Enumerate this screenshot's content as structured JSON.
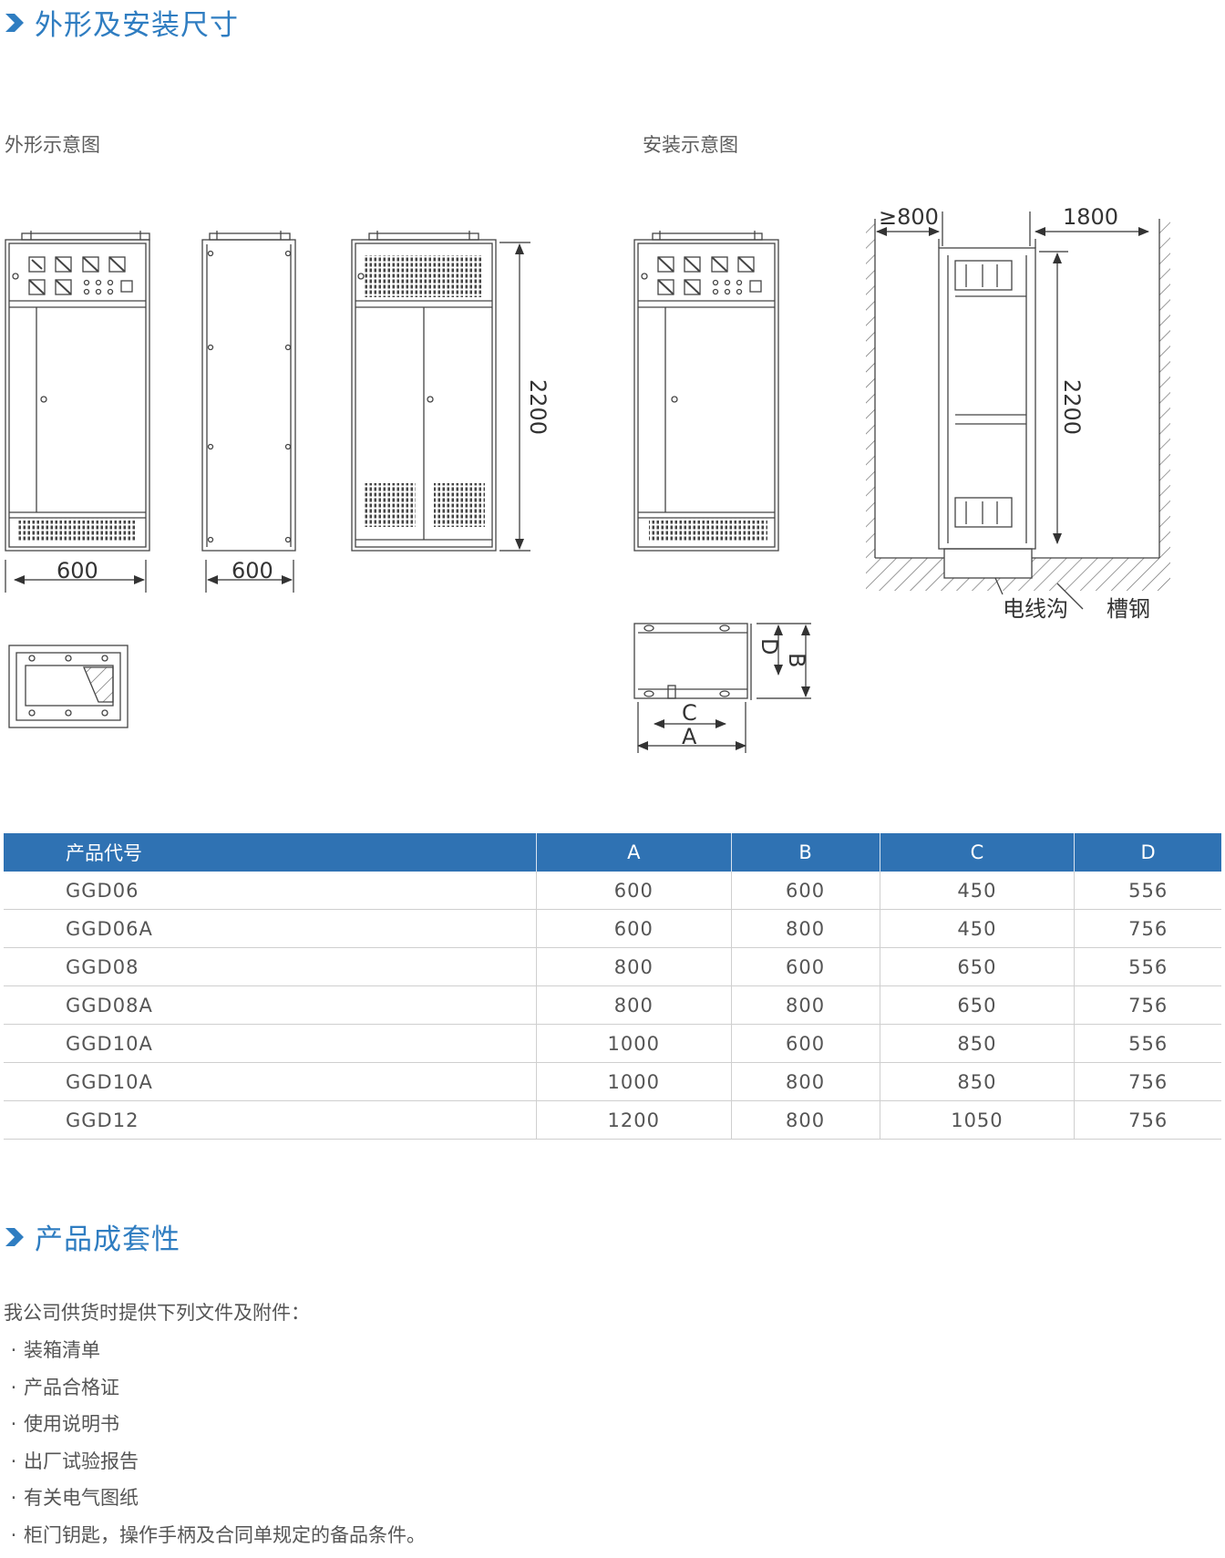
{
  "section1": {
    "title": "外形及安装尺寸"
  },
  "outline_label": "外形示意图",
  "install_label": "安装示意图",
  "dims": {
    "w600a": "600",
    "w600b": "600",
    "h2200a": "2200",
    "gap800": "≥800",
    "gap1800": "1800",
    "h2200b": "2200",
    "cable_trench": "电线沟",
    "channel_steel": "槽钢",
    "lbl_A": "A",
    "lbl_B": "B",
    "lbl_C": "C",
    "lbl_D": "D"
  },
  "table": {
    "headers": [
      "产品代号",
      "A",
      "B",
      "C",
      "D"
    ],
    "rows": [
      [
        "GGD06",
        "600",
        "600",
        "450",
        "556"
      ],
      [
        "GGD06A",
        "600",
        "800",
        "450",
        "756"
      ],
      [
        "GGD08",
        "800",
        "600",
        "650",
        "556"
      ],
      [
        "GGD08A",
        "800",
        "800",
        "650",
        "756"
      ],
      [
        "GGD10A",
        "1000",
        "600",
        "850",
        "556"
      ],
      [
        "GGD10A",
        "1000",
        "800",
        "850",
        "756"
      ],
      [
        "GGD12",
        "1200",
        "800",
        "1050",
        "756"
      ]
    ]
  },
  "section2": {
    "title": "产品成套性"
  },
  "intro": "我公司供货时提供下列文件及附件：",
  "bullet": "·",
  "docs": [
    "装箱清单",
    "产品合格证",
    "使用说明书",
    "出厂试验报告",
    "有关电气图纸",
    "柜门钥匙，操作手柄及合同单规定的备品条件。"
  ],
  "colors": {
    "accent": "#2f7dc1",
    "header_bg": "#2f72b3"
  }
}
